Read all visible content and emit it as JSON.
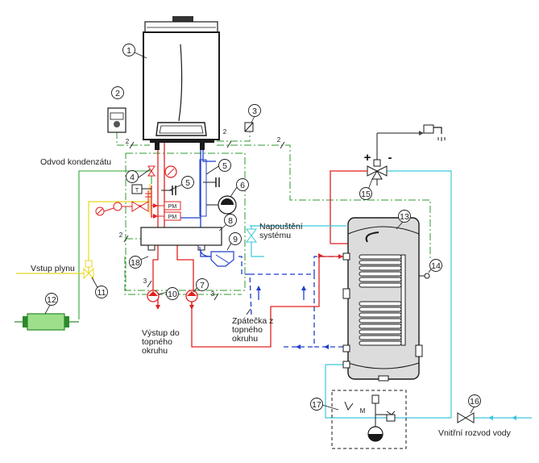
{
  "labels": {
    "condensate_drain": "Odvod kondenzátu",
    "gas_inlet": "Vstup plynu",
    "system_fill": "Napouštění systému",
    "heating_return": "Zpátečka z topného okruhu",
    "heating_outlet": "Výstup do topného okruhu",
    "internal_water": "Vnitřní rozvod vody",
    "plus": "+",
    "minus": "-",
    "pm": "PM",
    "t": "T",
    "m": "M"
  },
  "components": [
    "1",
    "2",
    "3",
    "4",
    "5",
    "6",
    "7",
    "8",
    "9",
    "10",
    "11",
    "12",
    "13",
    "14",
    "15",
    "16",
    "17",
    "18"
  ],
  "line_marks": {
    "two": "2",
    "three": "3"
  },
  "colors": {
    "flow": "#e02020",
    "return": "#1f3fcc",
    "cold": "#3cc8dc",
    "gas": "#e8d820",
    "condensate": "#33a533",
    "signal": "#2f9a2f",
    "tank": "#dcdcdc",
    "outline": "#1a1a1a"
  }
}
